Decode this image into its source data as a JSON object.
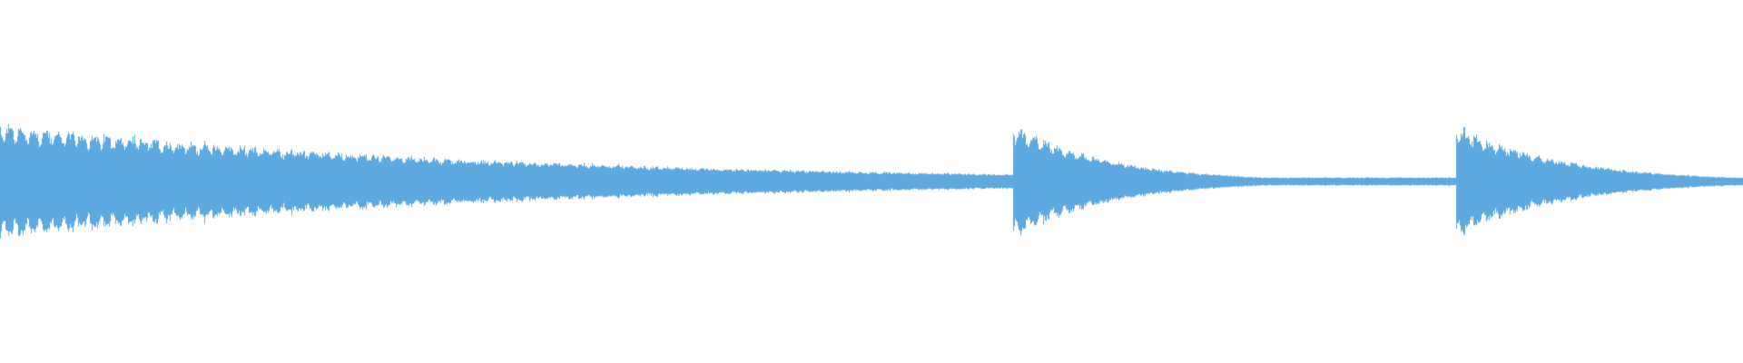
{
  "waveform": {
    "color": "#5DA9E0",
    "background": "#ffffff",
    "duration_fraction_note": "",
    "events": [
      {
        "start": 0.0,
        "peak": 1.0,
        "decay": 0.28,
        "sustain": 0.06
      },
      {
        "start": 0.581,
        "peak": 1.0,
        "decay": 0.055,
        "sustain": 0.07
      },
      {
        "start": 0.835,
        "peak": 1.0,
        "decay": 0.06,
        "sustain": 0.07
      }
    ]
  }
}
